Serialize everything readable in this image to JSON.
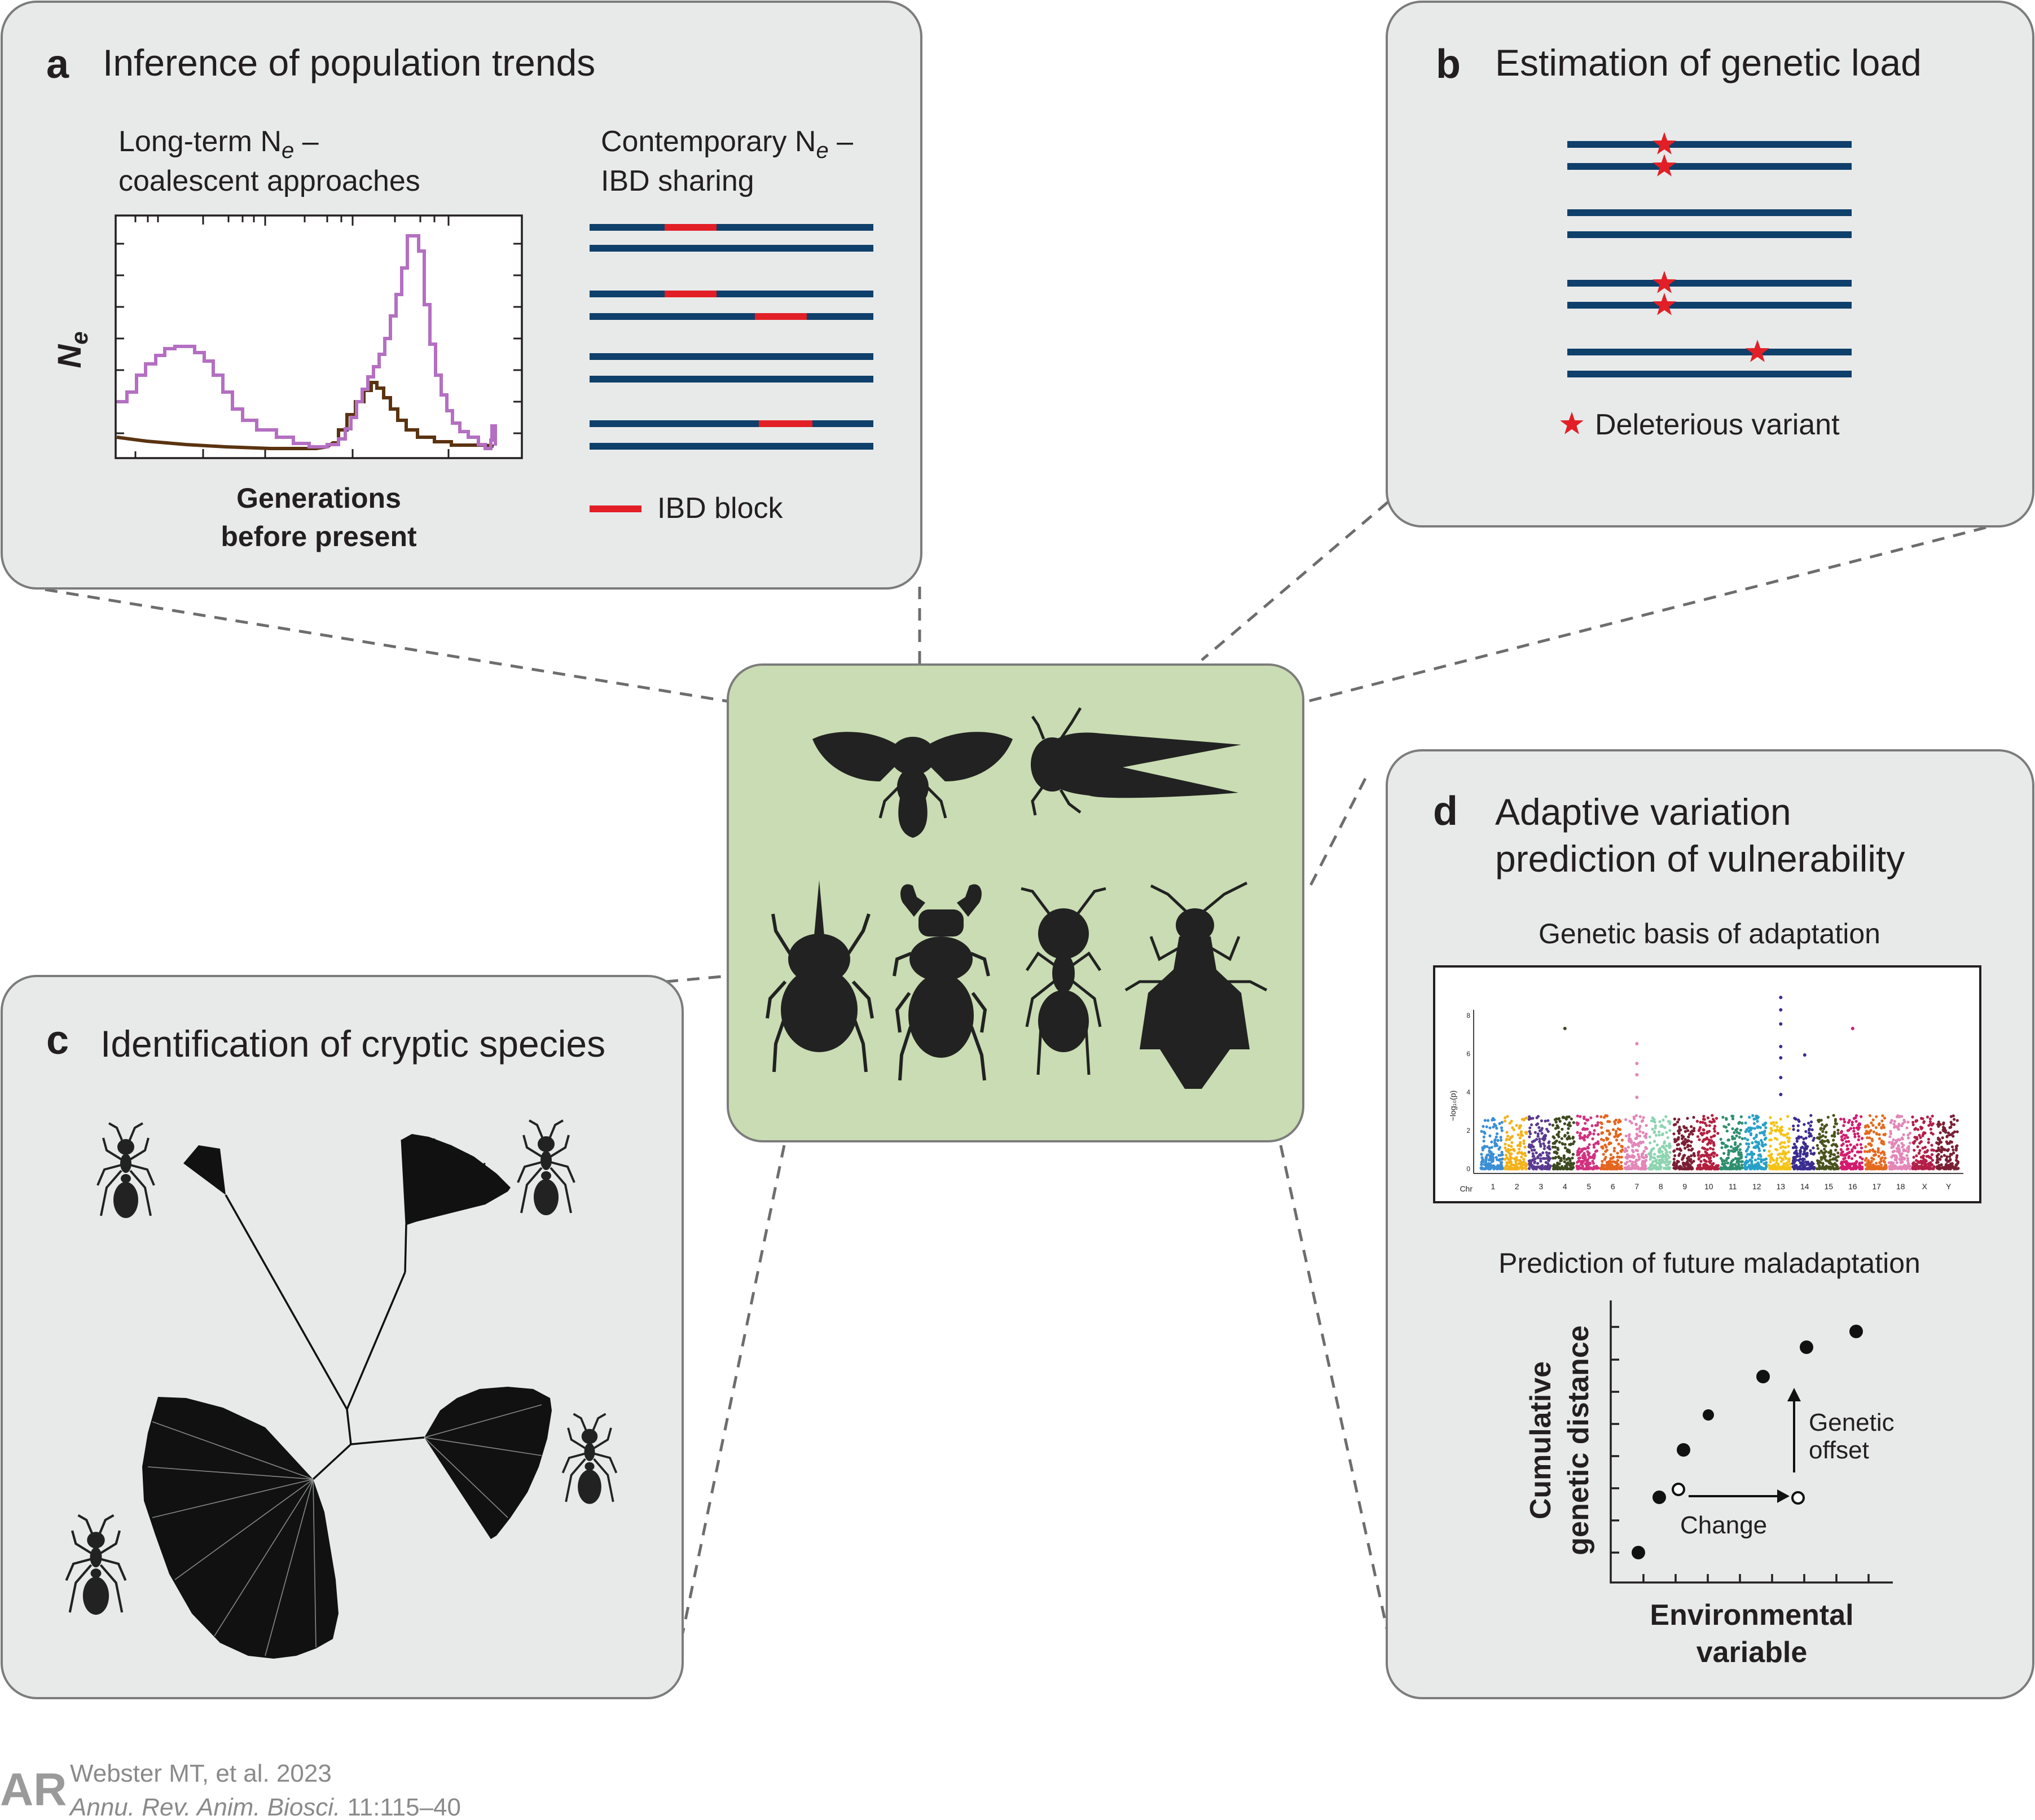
{
  "panel_a": {
    "letter": "a",
    "title": "Inference of population trends",
    "long_term_line1": "Long-term N",
    "long_term_sub": "e",
    "long_term_dash": " –",
    "long_term_line2": "coalescent approaches",
    "contemporary_line1": "Contemporary N",
    "contemporary_sub": "e",
    "contemporary_dash": " –",
    "contemporary_line2": "IBD sharing",
    "y_label": "N",
    "y_label_sub": "e",
    "x_label_line1": "Generations",
    "x_label_line2": "before present",
    "ibd_legend": "IBD block",
    "series_colors": [
      "#b46fc2",
      "#5a3310"
    ]
  },
  "panel_b": {
    "letter": "b",
    "title": "Estimation of genetic load",
    "legend": "Deleterious variant",
    "star_color": "#e21f26",
    "chromosome_color": "#0f3f6b"
  },
  "panel_c": {
    "letter": "c",
    "title": "Identification of cryptic species"
  },
  "panel_d": {
    "letter": "d",
    "title_line1": "Adaptive variation",
    "title_line2": "prediction of vulnerability",
    "manhattan_title": "Genetic basis of adaptation",
    "manhattan_ylabel": "−log₁₀(p)",
    "manhattan_chr_label": "Chr",
    "manhattan_chromosomes": [
      "1",
      "2",
      "3",
      "4",
      "5",
      "6",
      "7",
      "8",
      "9",
      "10",
      "11",
      "12",
      "13",
      "14",
      "15",
      "16",
      "17",
      "18",
      "X",
      "Y"
    ],
    "manhattan_yticks": [
      "0",
      "2",
      "4",
      "6",
      "8"
    ],
    "offset_title": "Prediction of future maladaptation",
    "offset_ylabel_line1": "Cumulative",
    "offset_ylabel_line2": "genetic distance",
    "offset_xlabel_line1": "Environmental",
    "offset_xlabel_line2": "variable",
    "genetic_offset_line1": "Genetic",
    "genetic_offset_line2": "offset",
    "change_label": "Change"
  },
  "citation": {
    "logo": "AR",
    "line1": "Webster MT, et al. 2023",
    "line2_italic": "Annu. Rev. Anim. Biosci.",
    "line2_rest": " 11:115–40"
  },
  "icons": [
    "fly-silhouette-icon",
    "cicada-silhouette-icon",
    "rhinoceros-beetle-silhouette-icon",
    "stag-beetle-silhouette-icon",
    "ant-silhouette-icon",
    "grasshopper-silhouette-icon",
    "ant-icon",
    "star-icon"
  ]
}
